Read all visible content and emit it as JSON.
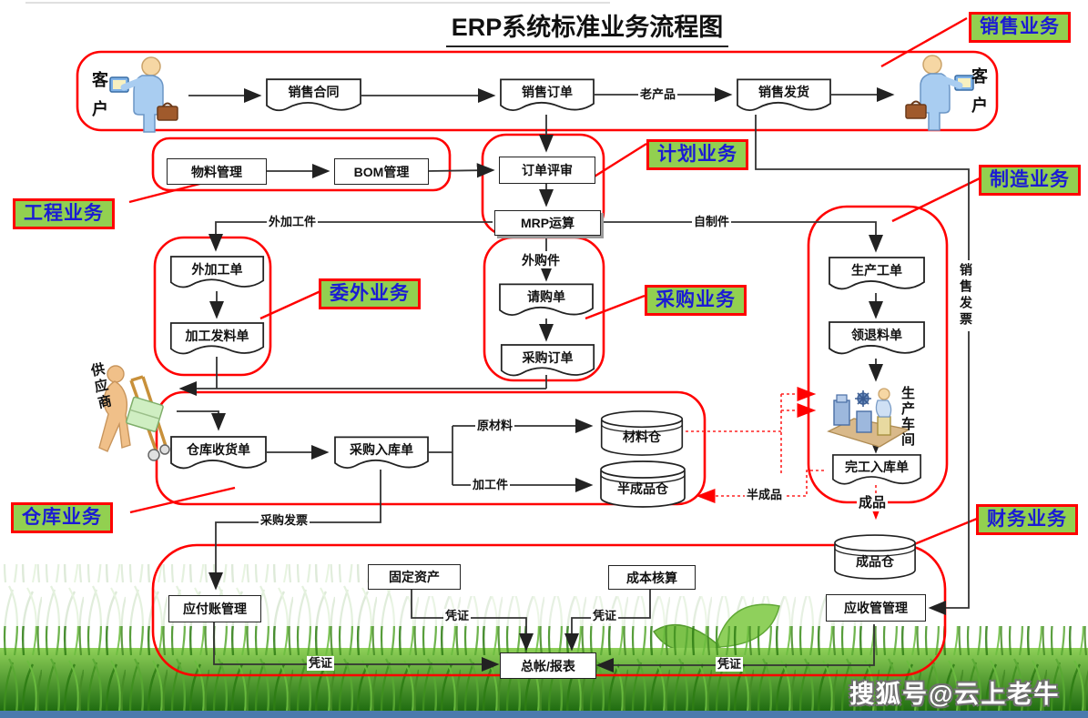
{
  "title": "ERP系统标准业务流程图",
  "watermark": "搜狐号@云上老牛",
  "groups": {
    "sales": "销售业务",
    "planning": "计划业务",
    "engineering": "工程业务",
    "manufacturing": "制造业务",
    "outsourcing": "委外业务",
    "procurement": "采购业务",
    "warehouse": "仓库业务",
    "finance": "财务业务"
  },
  "actors": {
    "customer": "客户",
    "supplier": "供应商",
    "workshop": "生产车间"
  },
  "nodes": {
    "sales_contract": "销售合同",
    "sales_order": "销售订单",
    "sales_delivery": "销售发货",
    "material_mgmt": "物料管理",
    "bom_mgmt": "BOM管理",
    "order_review": "订单评审",
    "mrp": "MRP运算",
    "outsource_order": "外加工单",
    "outsource_issue": "加工发料单",
    "purchase_request": "请购单",
    "purchase_order": "采购订单",
    "production_order": "生产工单",
    "material_requisition": "领退料单",
    "completion_receipt": "完工入库单",
    "warehouse_receipt": "仓库收货单",
    "purchase_inbound": "采购入库单",
    "material_store": "材料仓",
    "semi_store": "半成品仓",
    "finished_store": "成品仓",
    "ap_mgmt": "应付账管理",
    "fixed_assets": "固定资产",
    "cost_accounting": "成本核算",
    "gl_reports": "总帐/报表",
    "ar_mgmt": "应收管管理"
  },
  "edge_labels": {
    "old_product": "老产品",
    "outsourced_parts": "外加工件",
    "purchased_parts": "外购件",
    "self_made_parts": "自制件",
    "raw_material": "原材料",
    "processed_parts": "加工件",
    "semi_finished": "半成品",
    "finished_goods": "成品",
    "purchase_invoice": "采购发票",
    "sales_invoice": "销售发票",
    "voucher": "凭证"
  },
  "colors": {
    "group_border": "#ff0000",
    "label_bg": "#92d050",
    "label_text": "#1b1bd4",
    "line": "#333333",
    "dashed_line": "#ff2222"
  }
}
